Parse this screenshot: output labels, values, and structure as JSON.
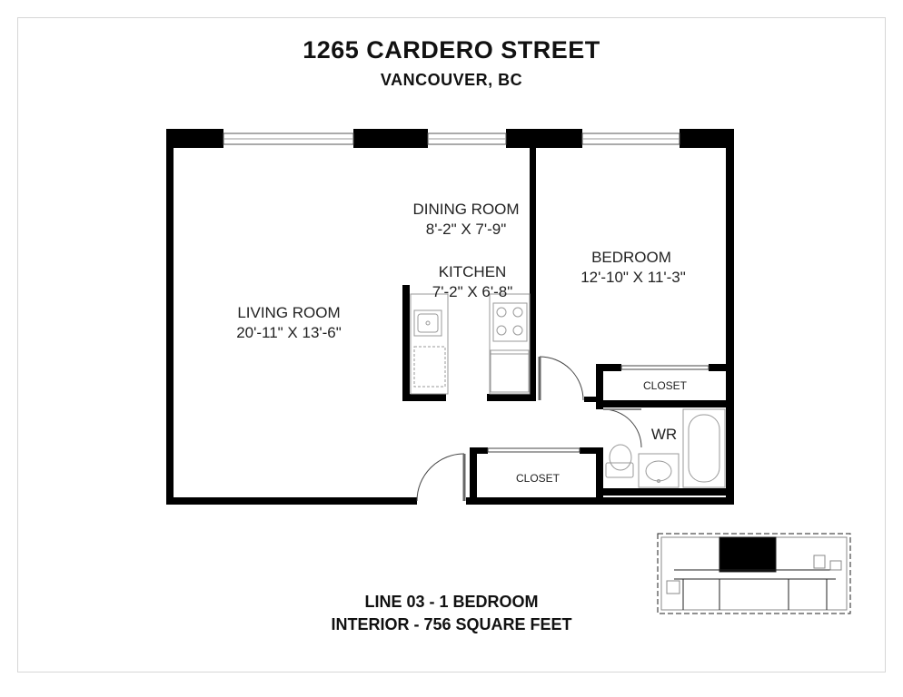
{
  "header": {
    "address": "1265 CARDERO STREET",
    "city": "VANCOUVER, BC"
  },
  "rooms": {
    "dining": {
      "name": "DINING ROOM",
      "size": "8'-2\" X 7'-9\""
    },
    "kitchen": {
      "name": "KITCHEN",
      "size": "7'-2\" X 6'-8\""
    },
    "bedroom": {
      "name": "BEDROOM",
      "size": "12'-10\" X 11'-3\""
    },
    "living": {
      "name": "LIVING ROOM",
      "size": "20'-11\" X 13'-6\""
    },
    "closet_bedroom": {
      "name": "CLOSET"
    },
    "washroom": {
      "name": "WR"
    },
    "closet_hall": {
      "name": "CLOSET"
    }
  },
  "footer": {
    "line": "LINE 03 - 1 BEDROOM",
    "area": "INTERIOR - 756 SQUARE FEET"
  },
  "colors": {
    "wall": "#000000",
    "fixture": "#9a9a9a",
    "key_highlight": "#000000"
  },
  "icons": [
    "sink-icon",
    "stove-icon",
    "fridge-icon",
    "toilet-icon",
    "bathtub-icon",
    "door-swing-icon",
    "key-plan-map"
  ]
}
